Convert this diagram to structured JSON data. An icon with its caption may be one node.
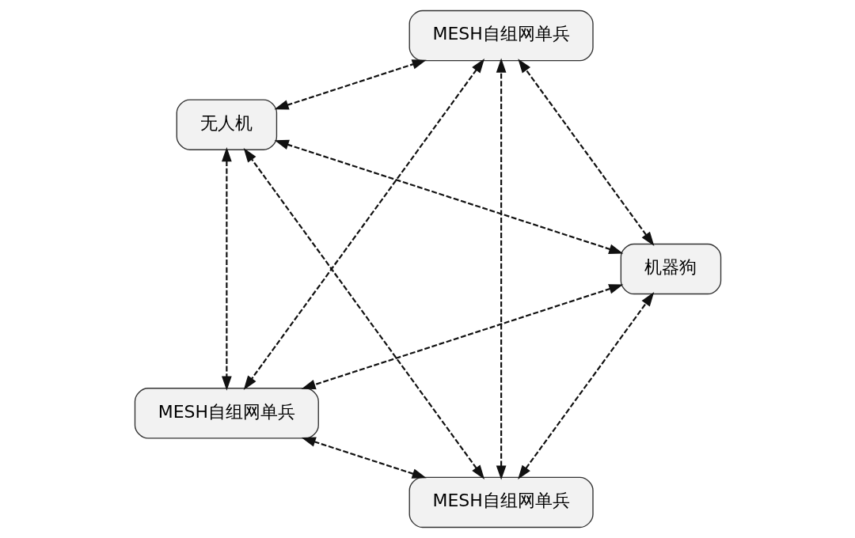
{
  "diagram": {
    "nodes": [
      {
        "text": [
          "MESH自组网单兵"
        ]
      },
      {
        "text": [
          "机器狗"
        ]
      },
      {
        "text": [
          "无人机"
        ]
      },
      {
        "text": [
          "MESH自组网单兵"
        ]
      },
      {
        "text": [
          "MESH自组网单兵"
        ]
      }
    ],
    "edges": [
      {
        "from": 0,
        "to": 1,
        "arrow": "both",
        "style": "dashed"
      },
      {
        "from": 0,
        "to": 2,
        "arrow": "both",
        "style": "dashed"
      },
      {
        "from": 0,
        "to": 3,
        "arrow": "both",
        "style": "dashed"
      },
      {
        "from": 0,
        "to": 4,
        "arrow": "both",
        "style": "dashed"
      },
      {
        "from": 1,
        "to": 2,
        "arrow": "both",
        "style": "dashed"
      },
      {
        "from": 1,
        "to": 3,
        "arrow": "both",
        "style": "dashed"
      },
      {
        "from": 1,
        "to": 4,
        "arrow": "both",
        "style": "dashed"
      },
      {
        "from": 2,
        "to": 3,
        "arrow": "both",
        "style": "dashed"
      },
      {
        "from": 2,
        "to": 4,
        "arrow": "both",
        "style": "dashed"
      },
      {
        "from": 3,
        "to": 4,
        "arrow": "both",
        "style": "dashed"
      }
    ]
  }
}
